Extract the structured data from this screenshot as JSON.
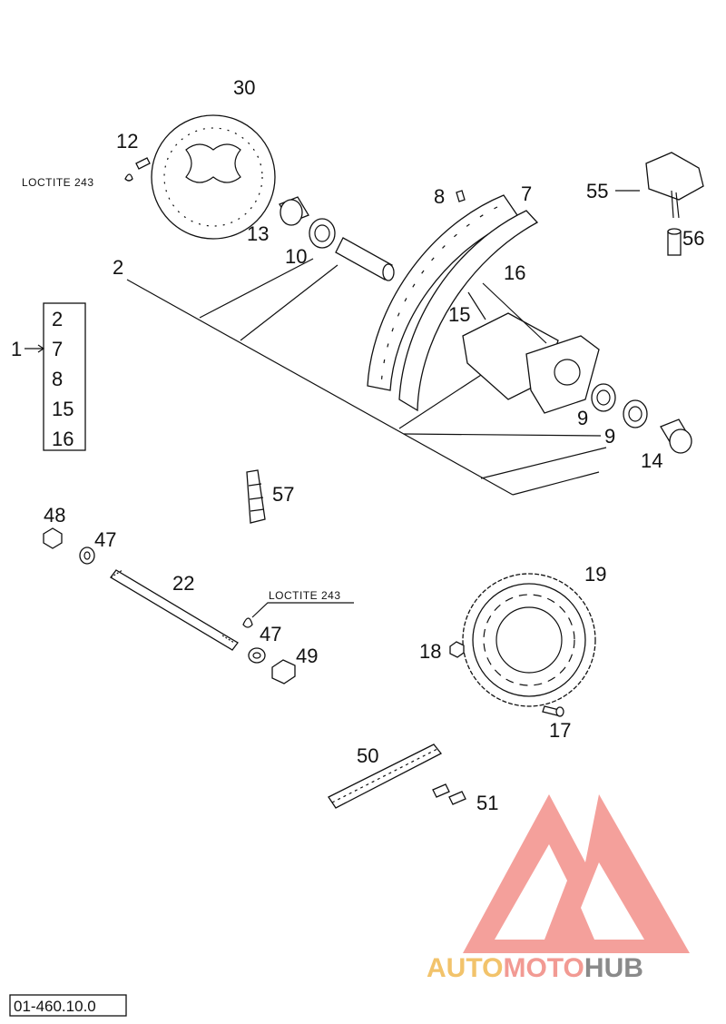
{
  "watermark": {
    "logo_colors": {
      "triangle": "#f28f8a",
      "auto": "#f2c36b",
      "moto": "#f29a93",
      "hub": "#8a8a8a"
    },
    "auto": "AUTO",
    "moto": "MOTO",
    "hub": "HUB"
  },
  "drawing_code": "01-460.10.0",
  "notes": {
    "loctite_top": "LOCTITE 243",
    "loctite_mid": "LOCTITE 243"
  },
  "group": {
    "label": "1",
    "items": [
      "2",
      "7",
      "8",
      "15",
      "16"
    ]
  },
  "labels": {
    "p30": "30",
    "p12": "12",
    "p13": "13",
    "p10": "10",
    "p2": "2",
    "p8": "8",
    "p7": "7",
    "p16": "16",
    "p15": "15",
    "p55": "55",
    "p56": "56",
    "p9a": "9",
    "p9b": "9",
    "p14": "14",
    "p57": "57",
    "p48": "48",
    "p47a": "47",
    "p22": "22",
    "p47b": "47",
    "p49": "49",
    "p19": "19",
    "p18": "18",
    "p17": "17",
    "p50": "50",
    "p51": "51"
  }
}
